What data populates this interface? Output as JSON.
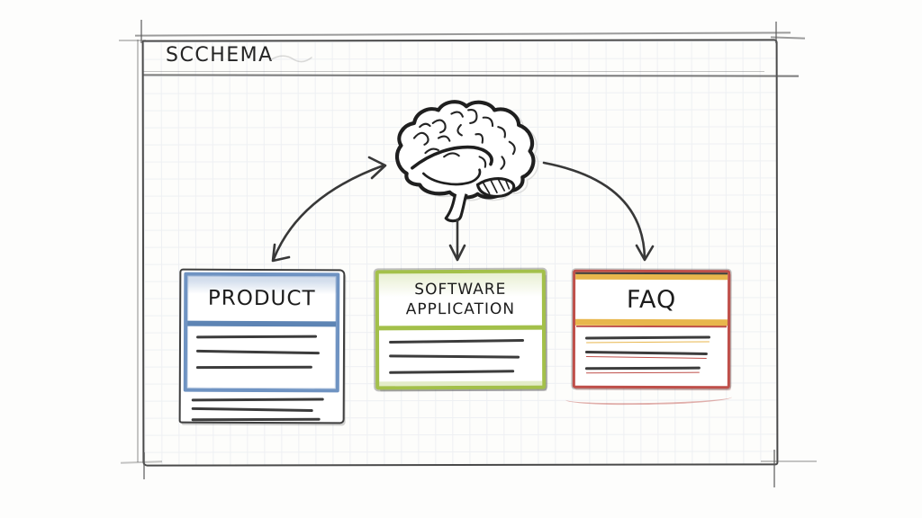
{
  "page": {
    "title": "SCCHEMA"
  },
  "hub": {
    "icon": "brain-icon"
  },
  "boxes": [
    {
      "id": "product",
      "label": "PRODUCT",
      "accent": "#6f93c2",
      "strokes_top": [
        {
          "w": 94
        },
        {
          "w": 96
        },
        {
          "w": 90
        }
      ],
      "strokes_bottom": [
        {
          "w": 97
        },
        {
          "w": 89
        },
        {
          "w": 94
        }
      ]
    },
    {
      "id": "software-application",
      "label": "SOFTWARE APPLICATION",
      "accent": "#a3c04a",
      "strokes_top": [
        {
          "w": 95
        },
        {
          "w": 92
        },
        {
          "w": 88
        }
      ],
      "strokes_bottom": []
    },
    {
      "id": "faq",
      "label": "FAQ",
      "accent": "#e8b64c",
      "accent_secondary": "#bf4f4a",
      "strokes_top": [
        {
          "w": 95,
          "u": "#e8b64c"
        },
        {
          "w": 93,
          "u": "#bf4f4a"
        },
        {
          "w": 88,
          "u": "#bf4f4a"
        }
      ],
      "strokes_bottom": []
    }
  ],
  "arrows": [
    {
      "from": "product",
      "to": "brain",
      "heads": "both"
    },
    {
      "from": "brain",
      "to": "software-application",
      "heads": "end"
    },
    {
      "from": "brain",
      "to": "faq",
      "heads": "end"
    }
  ],
  "colors": {
    "ink": "#3c3c3c",
    "paper": "#fdfdfb",
    "grid": "#eef0f3",
    "blue": "#6f93c2",
    "green": "#a3c04a",
    "amber": "#e8b64c",
    "red": "#bf4f4a"
  }
}
